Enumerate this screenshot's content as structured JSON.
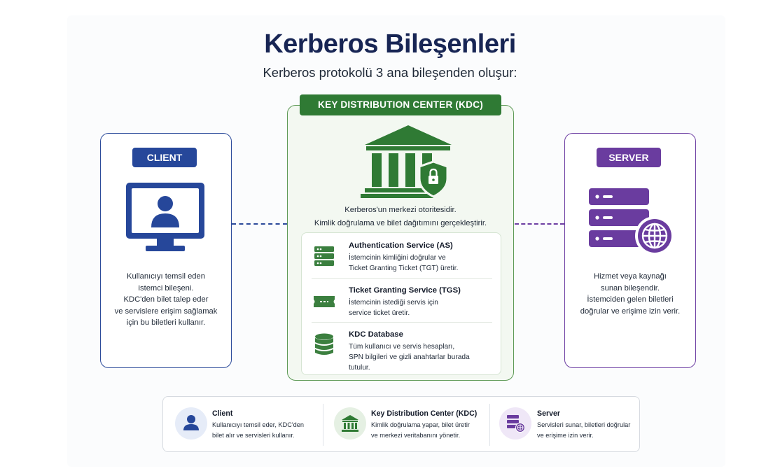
{
  "title": "Kerberos Bileşenleri",
  "subtitle": "Kerberos protokolü 3 ana bileşenden oluşur:",
  "colors": {
    "client": "#26479a",
    "kdc": "#2f7a34",
    "server": "#6a3c9f"
  },
  "client": {
    "badge": "CLIENT",
    "icon": "user-monitor-icon",
    "desc": [
      "Kullanıcıyı temsil eden",
      "istemci bileşeni.",
      "KDC'den bilet talep eder",
      "ve servislere erişim sağlamak",
      "için bu biletleri kullanır."
    ]
  },
  "kdc": {
    "badge": "KEY DISTRIBUTION CENTER (KDC)",
    "icon": "bank-shield-lock-icon",
    "desc": [
      "Kerberos'un merkezi otoritesidir.",
      "Kimlik doğrulama ve bilet dağıtımını gerçekleştirir."
    ],
    "services": [
      {
        "icon": "server-stack-icon",
        "title": "Authentication Service (AS)",
        "text": [
          "İstemcinin kimliğini doğrular ve",
          "Ticket Granting Ticket (TGT) üretir."
        ]
      },
      {
        "icon": "ticket-icon",
        "title": "Ticket Granting Service (TGS)",
        "text": [
          "İstemcinin istediği servis için",
          "service ticket üretir."
        ]
      },
      {
        "icon": "database-icon",
        "title": "KDC Database",
        "text": [
          "Tüm kullanıcı ve servis hesapları,",
          "SPN bilgileri ve gizli anahtarlar burada",
          "tutulur."
        ]
      }
    ]
  },
  "server": {
    "badge": "SERVER",
    "icon": "server-globe-icon",
    "desc": [
      "Hizmet veya kaynağı",
      "sunan bileşendir.",
      "İstemciden gelen biletleri",
      "doğrular ve erişime izin verir."
    ]
  },
  "legend": [
    {
      "icon": "user-icon",
      "title": "Client",
      "text": [
        "Kullanıcıyı temsil eder, KDC'den",
        "bilet alır ve servisleri kullanır."
      ]
    },
    {
      "icon": "bank-icon",
      "title": "Key Distribution Center (KDC)",
      "text": [
        "Kimlik doğrulama yapar, bilet üretir",
        "ve merkezi veritabanını yönetir."
      ]
    },
    {
      "icon": "server-globe-icon",
      "title": "Server",
      "text": [
        "Servisleri sunar, biletleri doğrular",
        "ve erişime izin verir."
      ]
    }
  ]
}
